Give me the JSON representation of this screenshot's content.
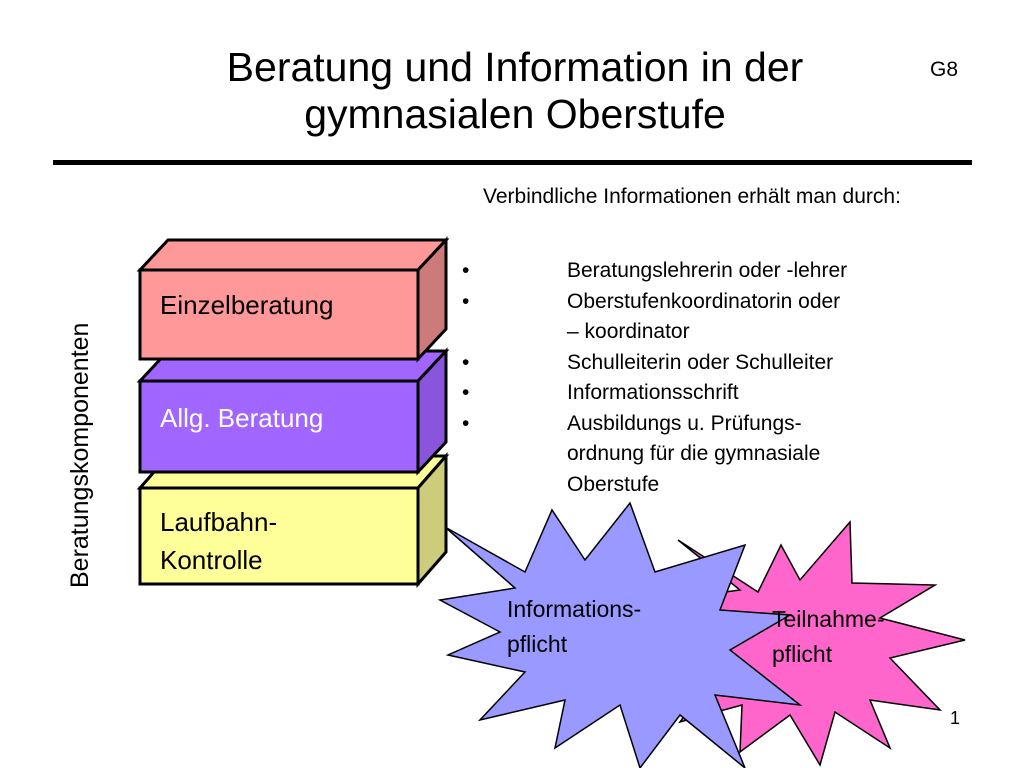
{
  "slide": {
    "title_line1": "Beratung und Information in der",
    "title_line2": "gymnasialen Oberstufe",
    "tag": "G8",
    "page_number": "1"
  },
  "side_label": "Beratungskomponenten",
  "stack": {
    "top": {
      "label": "Einzelberatung",
      "front_color": "#FF9999",
      "side_color": "#CC7A7A",
      "top_color": "#FF9999"
    },
    "middle": {
      "label": "Allg. Beratung",
      "front_color": "#A066FF",
      "side_color": "#8A55DD",
      "top_color": "#A066FF"
    },
    "bottom": {
      "label_line1": "Laufbahn-",
      "label_line2": "Kontrolle",
      "front_color": "#FFFF99",
      "side_color": "#CCCC7A",
      "top_color": "#FFFF99"
    }
  },
  "info": {
    "intro": "Verbindliche Informationen erhält man durch:",
    "bullet_symbol": "•",
    "items": [
      {
        "lines": [
          "Beratungslehrerin oder -lehrer"
        ]
      },
      {
        "lines": [
          "Oberstufenkoordinatorin oder",
          "–  koordinator"
        ]
      },
      {
        "lines": [
          "Schulleiterin oder Schulleiter"
        ]
      },
      {
        "lines": [
          "Informationsschrift"
        ]
      },
      {
        "lines": [
          "Ausbildungs u. Prüfungs-",
          "ordnung für die gymnasiale",
          "Oberstufe"
        ]
      }
    ]
  },
  "stars": {
    "informationspflicht": {
      "line1": "Informations-",
      "line2": "pflicht",
      "color": "#9999FF"
    },
    "teilnahmepflicht": {
      "line1": "Teilnahme-",
      "line2": "pflicht",
      "color": "#FF66CC"
    }
  }
}
